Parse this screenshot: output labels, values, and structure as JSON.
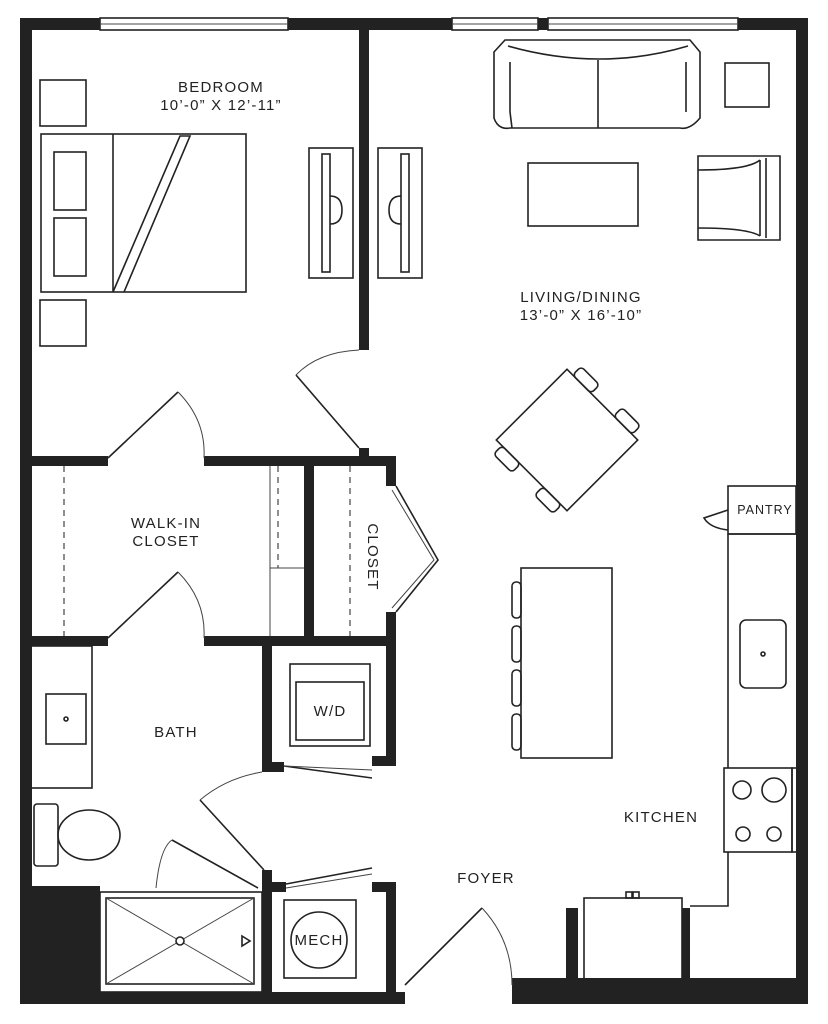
{
  "rooms": {
    "bedroom": {
      "name": "BEDROOM",
      "size": "10’-0” X 12’-11”"
    },
    "living": {
      "name": "LIVING/DINING",
      "size": "13’-0” X 16’-10”"
    },
    "walkin": {
      "line1": "WALK-IN",
      "line2": "CLOSET"
    },
    "closet": {
      "name": "CLOSET"
    },
    "pantry": {
      "name": "PANTRY"
    },
    "bath": {
      "name": "BATH"
    },
    "wd": {
      "name": "W/D"
    },
    "kitchen": {
      "name": "KITCHEN"
    },
    "foyer": {
      "name": "FOYER"
    },
    "mech": {
      "name": "MECH"
    }
  },
  "colors": {
    "wall": "#222222",
    "background": "#ffffff"
  }
}
